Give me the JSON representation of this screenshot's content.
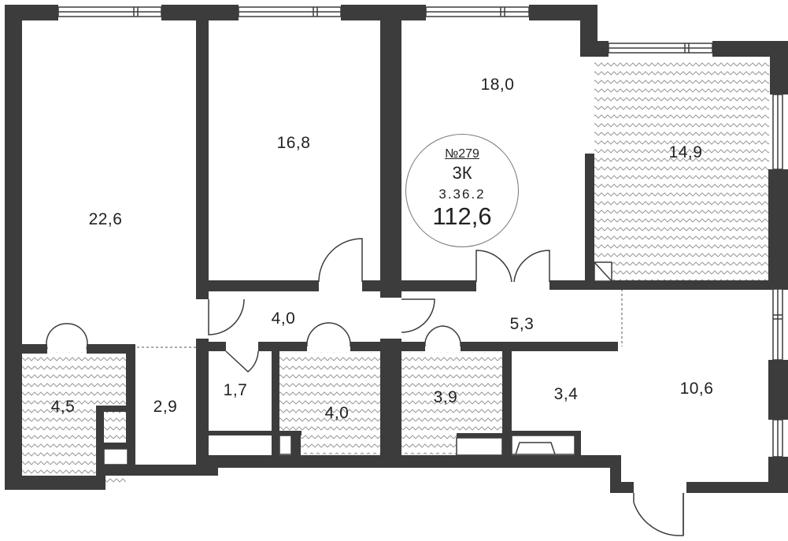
{
  "badge": {
    "number": "№279",
    "type": "3К",
    "code": "3.36.2",
    "total_area": "112,6"
  },
  "rooms": {
    "r1": "22,6",
    "r2": "16,8",
    "r3": "18,0",
    "r4": "14,9",
    "r5": "4,0",
    "r6": "5,3",
    "r7": "4,5",
    "r8": "2,9",
    "r9": "1,7",
    "r10": "4,0",
    "r11": "3,9",
    "r12": "3,4",
    "r13": "10,6"
  },
  "colors": {
    "wall": "#3c3c3c",
    "background": "#ffffff",
    "tile_pattern": "#9a9a9a"
  }
}
